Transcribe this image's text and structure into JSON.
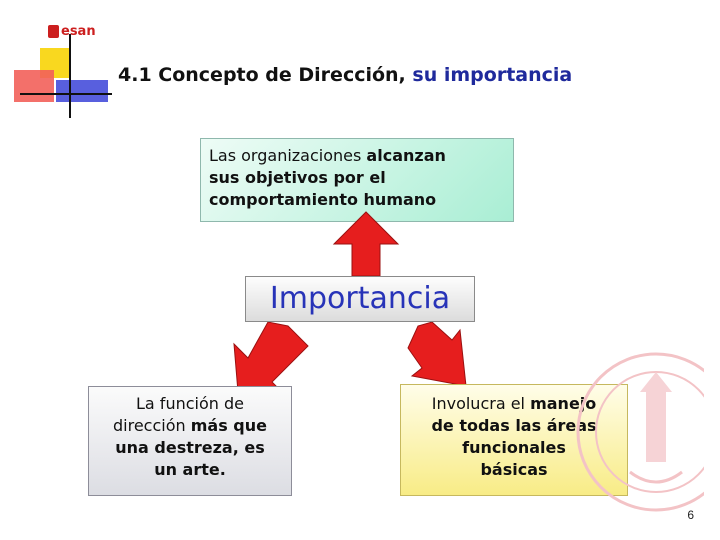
{
  "logo": {
    "text": "esan"
  },
  "title": {
    "main": "4.1 Concepto de Dirección,",
    "accent": "su importancia"
  },
  "boxes": {
    "top": {
      "plain1": "Las organizaciones ",
      "bold1": "alcanzan",
      "bold2": "sus objetivos por el",
      "bold3": "comportamiento humano"
    },
    "center": {
      "label": "Importancia"
    },
    "left": {
      "plain1": "La función de",
      "plain2": "dirección ",
      "bold1": "más que",
      "bold2": "una destreza, es",
      "bold3": "un arte."
    },
    "right": {
      "plain1": "Involucra el ",
      "bold1": "manejo",
      "bold2": "de todas las áreas",
      "bold3": "funcionales",
      "bold4": "básicas"
    }
  },
  "page": {
    "number": "6"
  },
  "colors": {
    "title_accent": "#1f2a9c",
    "arrow": "#e61e1e",
    "importancia_text": "#2733b8"
  }
}
